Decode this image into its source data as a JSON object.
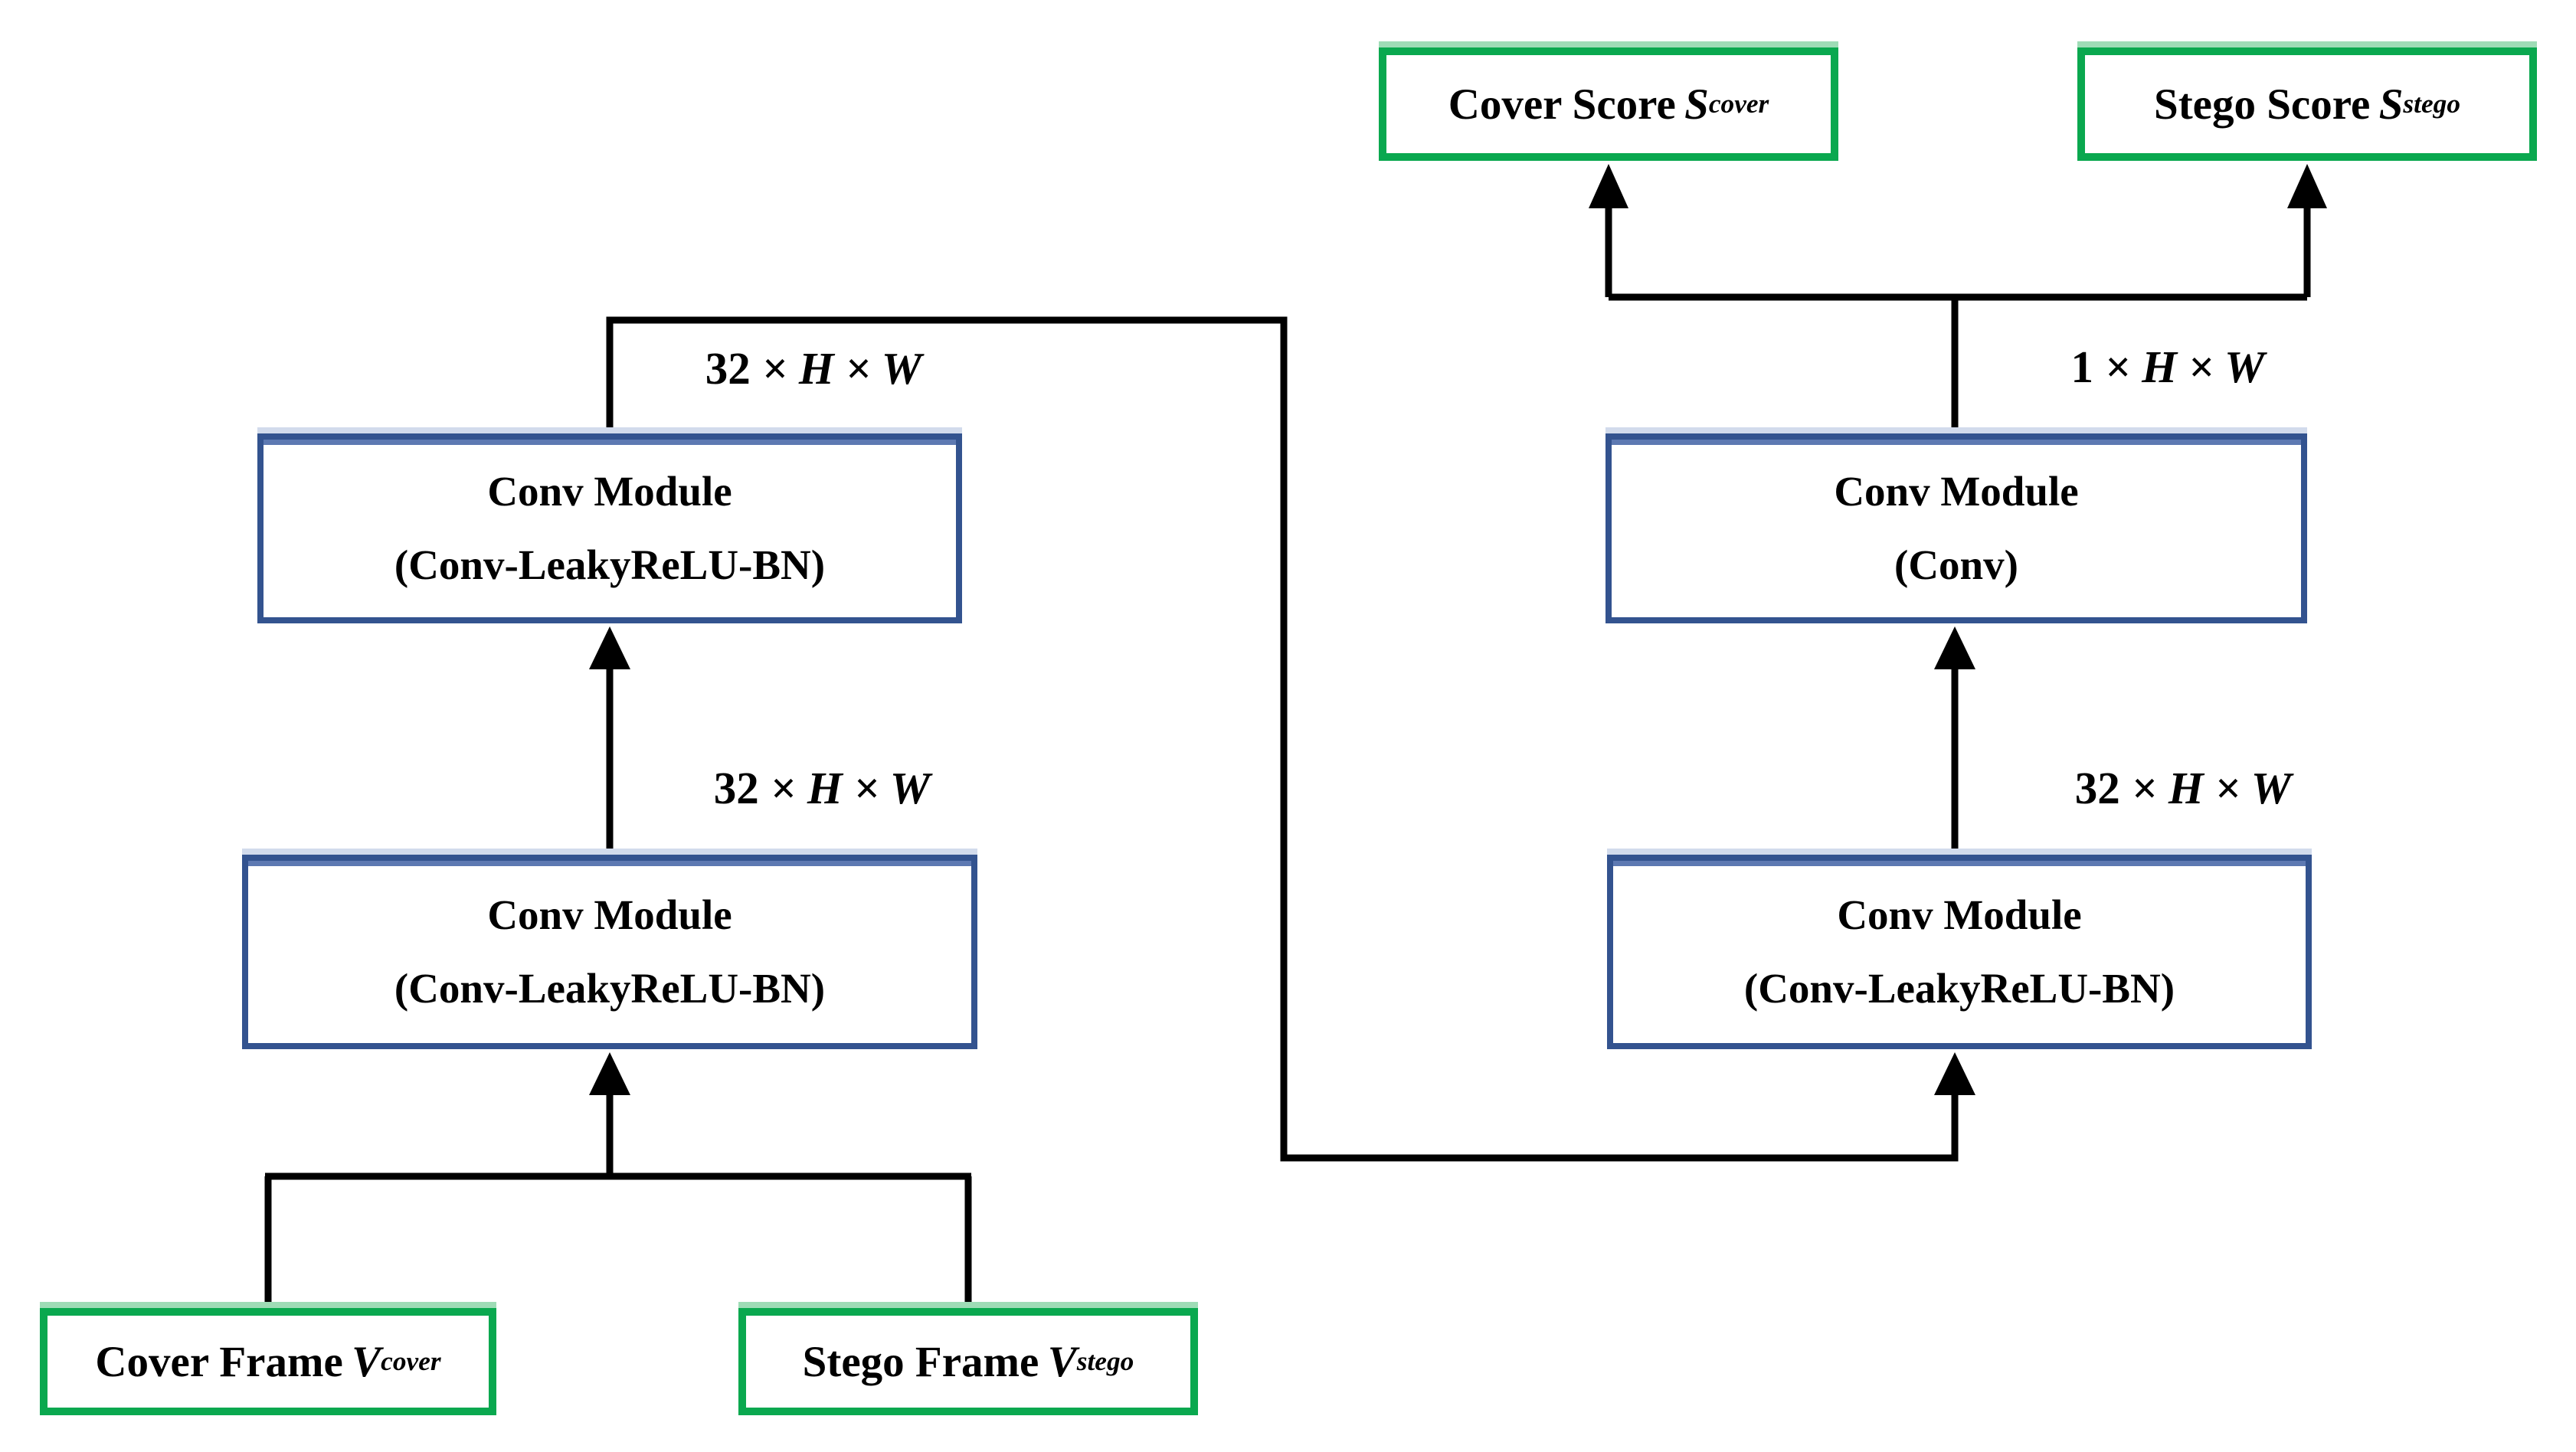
{
  "colors": {
    "box_green": "#0aa84f",
    "box_blue": "#33538f",
    "line": "#000000",
    "background": "#ffffff"
  },
  "outputs": {
    "cover_score": {
      "label": "Cover Score",
      "symbol": "S",
      "subscript": "cover"
    },
    "stego_score": {
      "label": "Stego Score",
      "symbol": "S",
      "subscript": "stego"
    }
  },
  "inputs": {
    "cover_frame": {
      "label": "Cover Frame",
      "symbol": "V",
      "subscript": "cover"
    },
    "stego_frame": {
      "label": "Stego Frame",
      "symbol": "V",
      "subscript": "stego"
    }
  },
  "modules": {
    "top_left": {
      "title": "Conv Module",
      "detail": "(Conv-LeakyReLU-BN)"
    },
    "bottom_left": {
      "title": "Conv Module",
      "detail": "(Conv-LeakyReLU-BN)"
    },
    "top_right": {
      "title": "Conv Module",
      "detail": "(Conv)"
    },
    "bottom_right": {
      "title": "Conv Module",
      "detail": "(Conv-LeakyReLU-BN)"
    }
  },
  "tensor_labels": {
    "after_top_left": {
      "channels": "32",
      "dims": "× H × W"
    },
    "after_bottom_left": {
      "channels": "32",
      "dims": "× H × W"
    },
    "after_bottom_right": {
      "channels": "32",
      "dims": "× H × W"
    },
    "after_top_right": {
      "channels": "1",
      "dims": "× H × W"
    }
  }
}
